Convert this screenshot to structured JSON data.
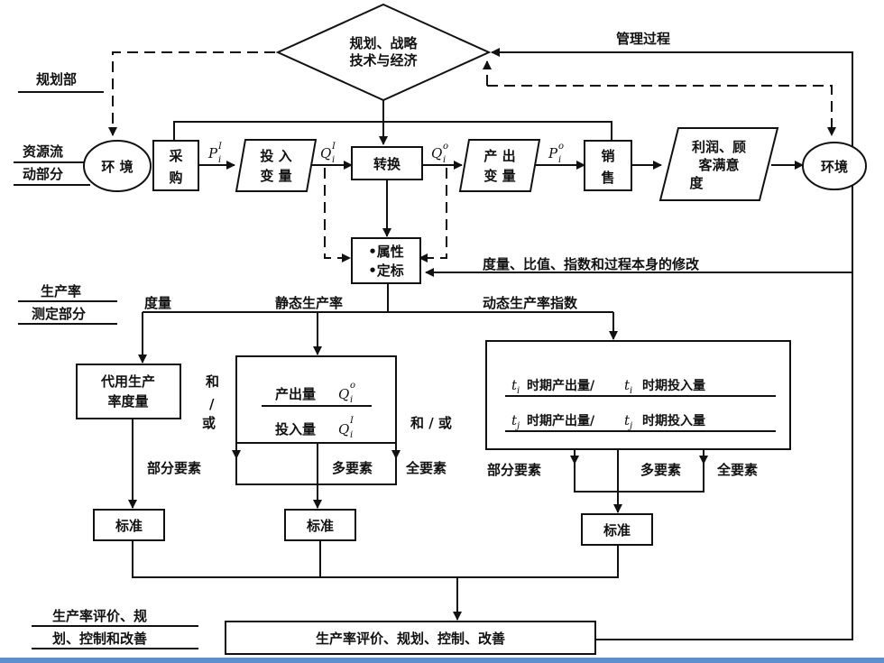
{
  "labels": {
    "planning_dept": "规划部",
    "resource_flow_1": "资源流",
    "resource_flow_2": "动部分",
    "productivity_1": "生产率",
    "productivity_2": "测定部分",
    "evaluation_1": "生产率评价、规",
    "evaluation_2": "划、控制和改善",
    "management_process": "管理过程"
  },
  "nodes": {
    "diamond_1": "规划、战略",
    "diamond_2": "技术与经济",
    "env_left": "环 境",
    "purchase_1": "采",
    "purchase_2": "购",
    "input_1": "投 入",
    "input_2": "变 量",
    "transform": "转换",
    "output_1": "产 出",
    "output_2": "变 量",
    "sales_1": "销",
    "sales_2": "售",
    "profit_1": "利润、顾",
    "profit_2": "客满意",
    "profit_3": "度",
    "env_right": "环境",
    "attr_1": "•属性",
    "attr_2": "•定标",
    "feedback": "度量、比值、指数和过程本身的修改",
    "measure": "度量",
    "static": "静态生产率",
    "dynamic": "动态生产率指数",
    "surrogate_1": "代用生产",
    "surrogate_2": "率度量",
    "and_1": "和",
    "slash_1": "/",
    "or_1": "或",
    "static_out": "产出量",
    "static_in": "投入量",
    "and_or": "和 / 或",
    "dyn_line1": "时期产出量/",
    "dyn_line1b": "时期投入量",
    "dyn_line2": "时期产出量/",
    "dyn_line2b": "时期投入量",
    "partial_left": "部分要素",
    "multi_mid": "多要素",
    "total_mid": "全要素",
    "partial_right": "部分要素",
    "multi_right": "多要素",
    "total_right": "全要素",
    "std_1": "标准",
    "std_2": "标准",
    "std_3": "标准",
    "final": "生产率评价、规划、控制、改善"
  },
  "symbols": {
    "pi": "P",
    "pi_sub": "i",
    "pi_sup": "I",
    "qi": "Q",
    "qi_sub": "i",
    "qi_sup": "I",
    "qo": "Q",
    "qo_sub": "i",
    "qo_sup": "o",
    "po": "P",
    "po_sub": "i",
    "po_sup": "o",
    "ti": "t",
    "ti_sub": "i",
    "tj": "t",
    "tj_sub": "j"
  }
}
